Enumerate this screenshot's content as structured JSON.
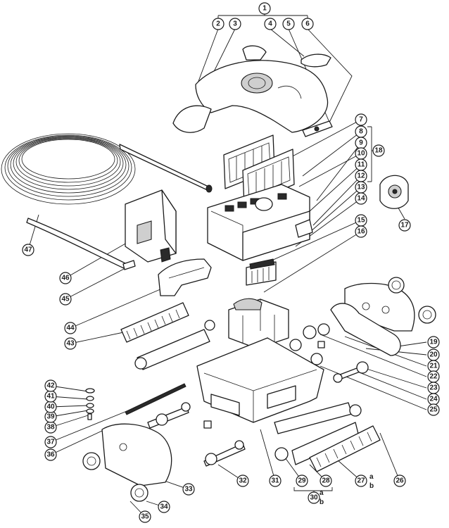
{
  "callouts": [
    {
      "id": "c1",
      "label": "1"
    },
    {
      "id": "c2",
      "label": "2"
    },
    {
      "id": "c3",
      "label": "3"
    },
    {
      "id": "c4",
      "label": "4"
    },
    {
      "id": "c5",
      "label": "5"
    },
    {
      "id": "c6",
      "label": "6"
    },
    {
      "id": "c7",
      "label": "7"
    },
    {
      "id": "c8",
      "label": "8"
    },
    {
      "id": "c9",
      "label": "9"
    },
    {
      "id": "c10",
      "label": "10"
    },
    {
      "id": "c11",
      "label": "11"
    },
    {
      "id": "c12",
      "label": "12"
    },
    {
      "id": "c13",
      "label": "13"
    },
    {
      "id": "c14",
      "label": "14"
    },
    {
      "id": "c15",
      "label": "15"
    },
    {
      "id": "c16",
      "label": "16"
    },
    {
      "id": "c17",
      "label": "17"
    },
    {
      "id": "c18",
      "label": "18"
    },
    {
      "id": "c19",
      "label": "19"
    },
    {
      "id": "c20",
      "label": "20"
    },
    {
      "id": "c21",
      "label": "21"
    },
    {
      "id": "c22",
      "label": "22"
    },
    {
      "id": "c23",
      "label": "23"
    },
    {
      "id": "c24",
      "label": "24"
    },
    {
      "id": "c25",
      "label": "25"
    },
    {
      "id": "c26",
      "label": "26"
    },
    {
      "id": "c27",
      "label": "27"
    },
    {
      "id": "c28",
      "label": "28"
    },
    {
      "id": "c29",
      "label": "29"
    },
    {
      "id": "c30",
      "label": "30"
    },
    {
      "id": "c31",
      "label": "31"
    },
    {
      "id": "c32",
      "label": "32"
    },
    {
      "id": "c33",
      "label": "33"
    },
    {
      "id": "c34",
      "label": "34"
    },
    {
      "id": "c35",
      "label": "35"
    },
    {
      "id": "c36",
      "label": "36"
    },
    {
      "id": "c37",
      "label": "37"
    },
    {
      "id": "c38",
      "label": "38"
    },
    {
      "id": "c39",
      "label": "39"
    },
    {
      "id": "c40",
      "label": "40"
    },
    {
      "id": "c41",
      "label": "41"
    },
    {
      "id": "c42",
      "label": "42"
    },
    {
      "id": "c43",
      "label": "43"
    },
    {
      "id": "c44",
      "label": "44"
    },
    {
      "id": "c45",
      "label": "45"
    },
    {
      "id": "c46",
      "label": "46"
    },
    {
      "id": "c47",
      "label": "47"
    }
  ],
  "variant_suffixes": {
    "c27_a": "a",
    "c27_b": "b",
    "c30_a": "a",
    "c30_b": "b"
  }
}
